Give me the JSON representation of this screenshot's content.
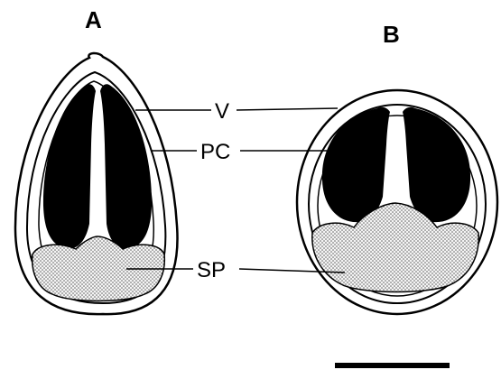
{
  "panels": {
    "a": "A",
    "b": "B"
  },
  "labels": {
    "v": "V",
    "pc": "PC",
    "sp": "SP"
  },
  "colors": {
    "ink": "#000000",
    "background": "#ffffff",
    "stipple": "#bdbdbd"
  }
}
